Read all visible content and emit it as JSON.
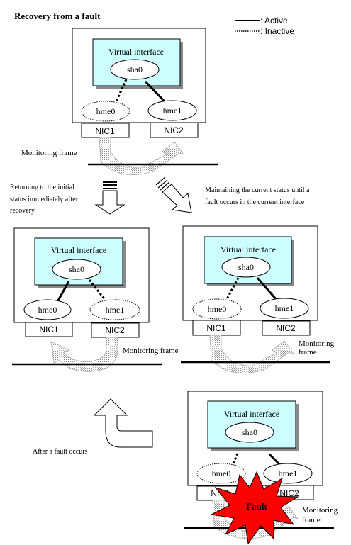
{
  "title": "Recovery from a fault",
  "legend": {
    "active": ": Active",
    "inactive": ": Inactive"
  },
  "labels": {
    "virtual_interface": "Virtual interface",
    "sha0": "sha0",
    "hme0": "hme0",
    "hme1": "hme1",
    "nic1": "NIC1",
    "nic2": "NIC2",
    "monitoring_frame": "Monitoring frame",
    "monitoring": "Monitoring",
    "frame": "frame",
    "fault": "Fault"
  },
  "captions": {
    "return_line1": "Returning to the initial",
    "return_line2": "status immediately after",
    "return_line3": "recovery",
    "maintain_line1": "Maintaining the current status until a",
    "maintain_line2": "fault occurs in the current interface",
    "after_fault": "After a fault occurs"
  },
  "colors": {
    "vi_fill": "#ccffff",
    "fault_fill": "#ff0000",
    "shadow": "#888888",
    "arrow_hatch": "#999999"
  }
}
